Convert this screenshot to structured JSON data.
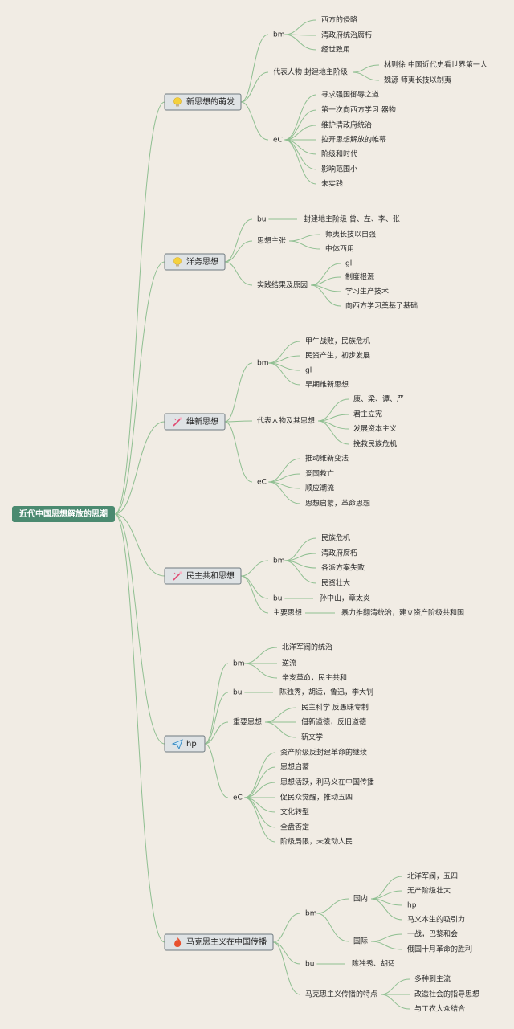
{
  "root": {
    "label": "近代中国思想解放的思潮"
  },
  "topics": [
    {
      "label": "新思想的萌发",
      "icon": "lightbulb-icon",
      "groups": [
        {
          "label": "bm",
          "items": [
            "西方的侵略",
            "清政府统治腐朽",
            "经世致用"
          ]
        },
        {
          "label": "代表人物 封建地主阶级",
          "items": [
            "林则徐 中国近代史看世界第一人",
            "魏源 师夷长技以制夷"
          ]
        },
        {
          "label": "eC",
          "items": [
            "寻求强国御辱之道",
            "第一次向西方学习 器物",
            "维护清政府统治",
            "拉开思想解放的帷幕",
            "阶级和时代",
            "影响范围小",
            "未实践"
          ]
        }
      ]
    },
    {
      "label": "洋务思想",
      "icon": "lightbulb-icon",
      "groups": [
        {
          "label": "bu",
          "items": [
            "封建地主阶级 曾、左、李、张"
          ]
        },
        {
          "label": "思想主张",
          "items": [
            "师夷长技以自强",
            "中体西用"
          ]
        },
        {
          "label": "实践结果及原因",
          "items": [
            "gl",
            "制度根源",
            "学习生产技术",
            "向西方学习奠基了基础"
          ]
        }
      ]
    },
    {
      "label": "维新思想",
      "icon": "magic-wand-icon",
      "groups": [
        {
          "label": "bm",
          "items": [
            "甲午战败，民族危机",
            "民资产生，初步发展",
            "gl",
            "早期维新思想"
          ]
        },
        {
          "label": "代表人物及其思想",
          "items": [
            "康、梁、谭、严",
            "君主立宪",
            "发展资本主义",
            "挽救民族危机"
          ]
        },
        {
          "label": "eC",
          "items": [
            "推动维新变法",
            "爱国救亡",
            "顺应潮流",
            "思想启蒙，革命思想"
          ]
        }
      ]
    },
    {
      "label": "民主共和思想",
      "icon": "magic-wand-icon",
      "groups": [
        {
          "label": "bm",
          "items": [
            "民族危机",
            "清政府腐朽",
            "各派方案失败",
            "民资壮大"
          ]
        },
        {
          "label": "bu",
          "items": [
            "孙中山，章太炎"
          ]
        },
        {
          "label": "主要思想",
          "items": [
            "暴力推翻清统治，建立资产阶级共和国"
          ]
        }
      ]
    },
    {
      "label": "hp",
      "icon": "paper-plane-icon",
      "groups": [
        {
          "label": "bm",
          "items": [
            "北洋军阀的统治",
            "逆流",
            "辛亥革命，民主共和"
          ]
        },
        {
          "label": "bu",
          "items": [
            "陈独秀，胡适，鲁迅，李大钊"
          ]
        },
        {
          "label": "重要思想",
          "items": [
            "民主科学 反愚昧专制",
            "倡新道德，反旧道德",
            "新文学"
          ]
        },
        {
          "label": "eC",
          "items": [
            "资产阶级反封建革命的继续",
            "思想启蒙",
            "思想活跃，利马义在中国传播",
            "促民众觉醒，推动五四",
            "文化转型",
            "全盘否定",
            "阶级局限，未发动人民"
          ]
        }
      ]
    },
    {
      "label": "马克思主义在中国传播",
      "icon": "flame-icon",
      "groups": [
        {
          "label": "bm",
          "subgroups": [
            {
              "label": "国内",
              "items": [
                "北洋军阀，五四",
                "无产阶级壮大",
                "hp",
                "马义本生的吸引力"
              ]
            },
            {
              "label": "国际",
              "items": [
                "一战，巴黎和会",
                "俄国十月革命的胜利"
              ]
            }
          ]
        },
        {
          "label": "bu",
          "items": [
            "陈独秀、胡适"
          ]
        },
        {
          "label": "马克思主义传播的特点",
          "items": [
            "多种到主流",
            "改造社会的指导思想",
            "与工农大众结合"
          ]
        }
      ]
    }
  ],
  "colors": {
    "background": "#f1ece4",
    "root": "#4b8a70",
    "line": "#8fbf91",
    "topic_fill": "#dfe3e5",
    "topic_border": "#6f7a80"
  }
}
